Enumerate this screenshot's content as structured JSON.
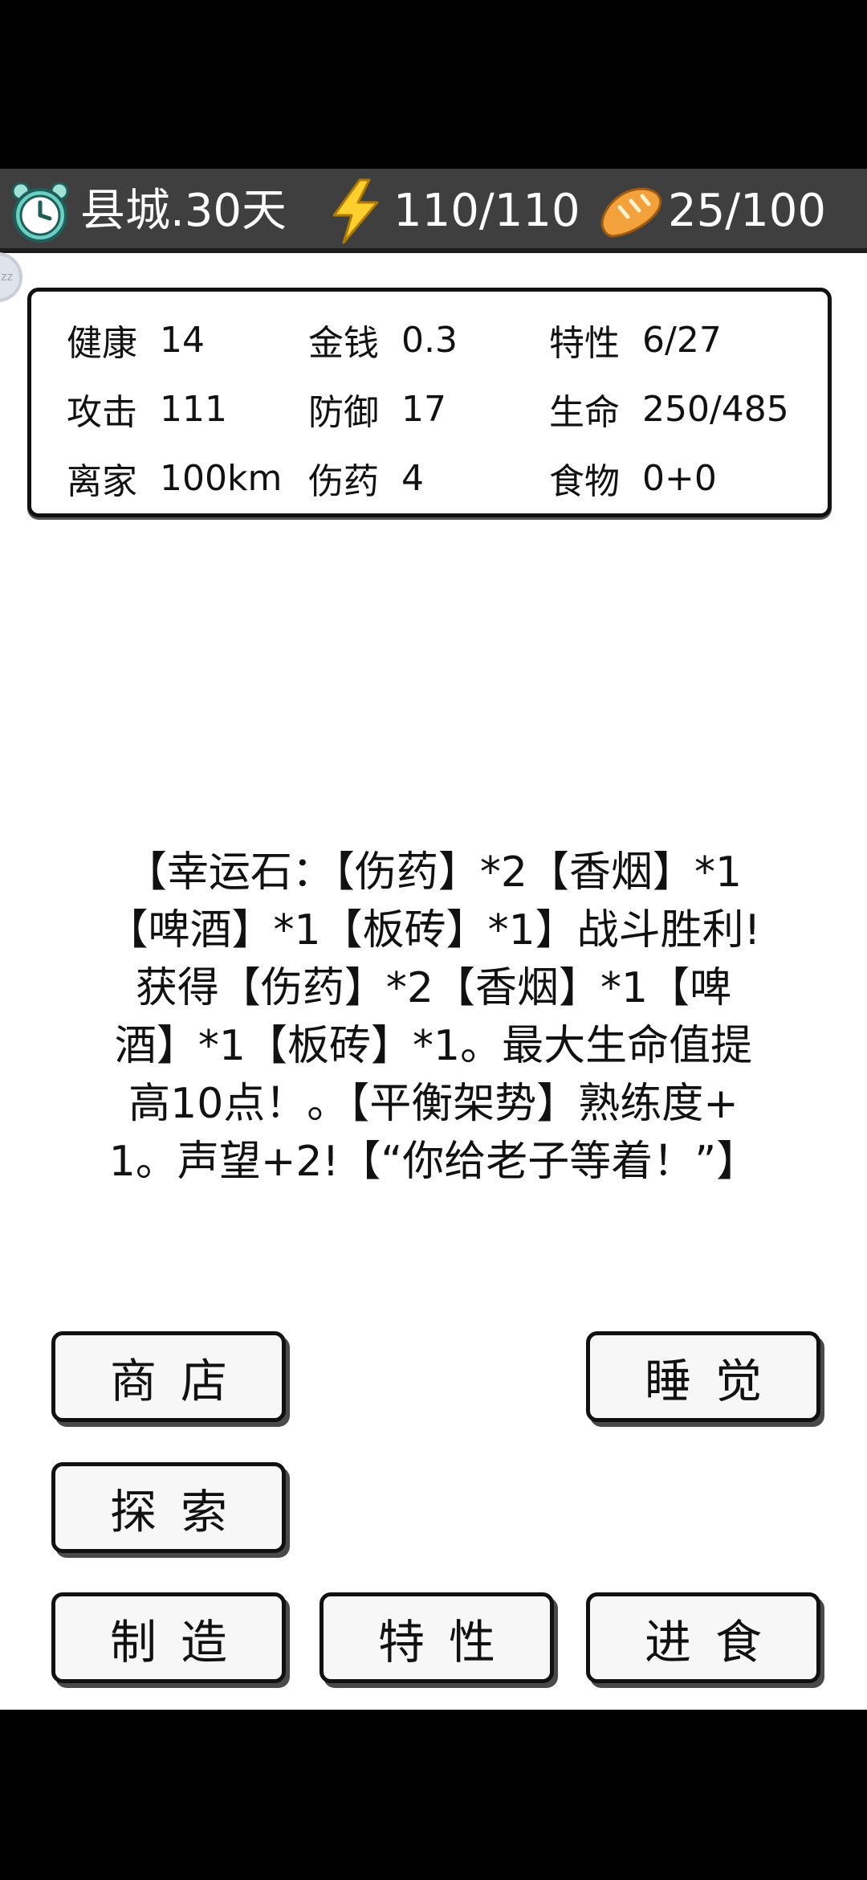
{
  "topbar": {
    "location_day": "县城.30天",
    "energy": "110/110",
    "food": "25/100"
  },
  "stats": [
    {
      "label": "健康",
      "value": "14"
    },
    {
      "label": "金钱",
      "value": "0.3"
    },
    {
      "label": "特性",
      "value": "6/27"
    },
    {
      "label": "攻击",
      "value": "111"
    },
    {
      "label": "防御",
      "value": "17"
    },
    {
      "label": "生命",
      "value": "250/485"
    },
    {
      "label": "离家",
      "value": "100km"
    },
    {
      "label": "伤药",
      "value": "4"
    },
    {
      "label": "食物",
      "value": "0+0"
    }
  ],
  "message": "【幸运石：【伤药】*2【香烟】*1【啤酒】*1【板砖】*1】战斗胜利!获得【伤药】*2【香烟】*1【啤酒】*1【板砖】*1。最大生命值提高10点！。【平衡架势】熟练度+1。声望+2!【“你给老子等着！”】",
  "buttons": {
    "shop": "商店",
    "sleep": "睡觉",
    "explore": "探索",
    "craft": "制造",
    "trait": "特性",
    "eat": "进食"
  },
  "colors": {
    "topbar_bg": "#3f3f3f",
    "panel_border": "#111111",
    "button_bg": "#f7f7f7"
  },
  "icons": [
    "clock-icon",
    "lightning-icon",
    "bread-icon"
  ]
}
